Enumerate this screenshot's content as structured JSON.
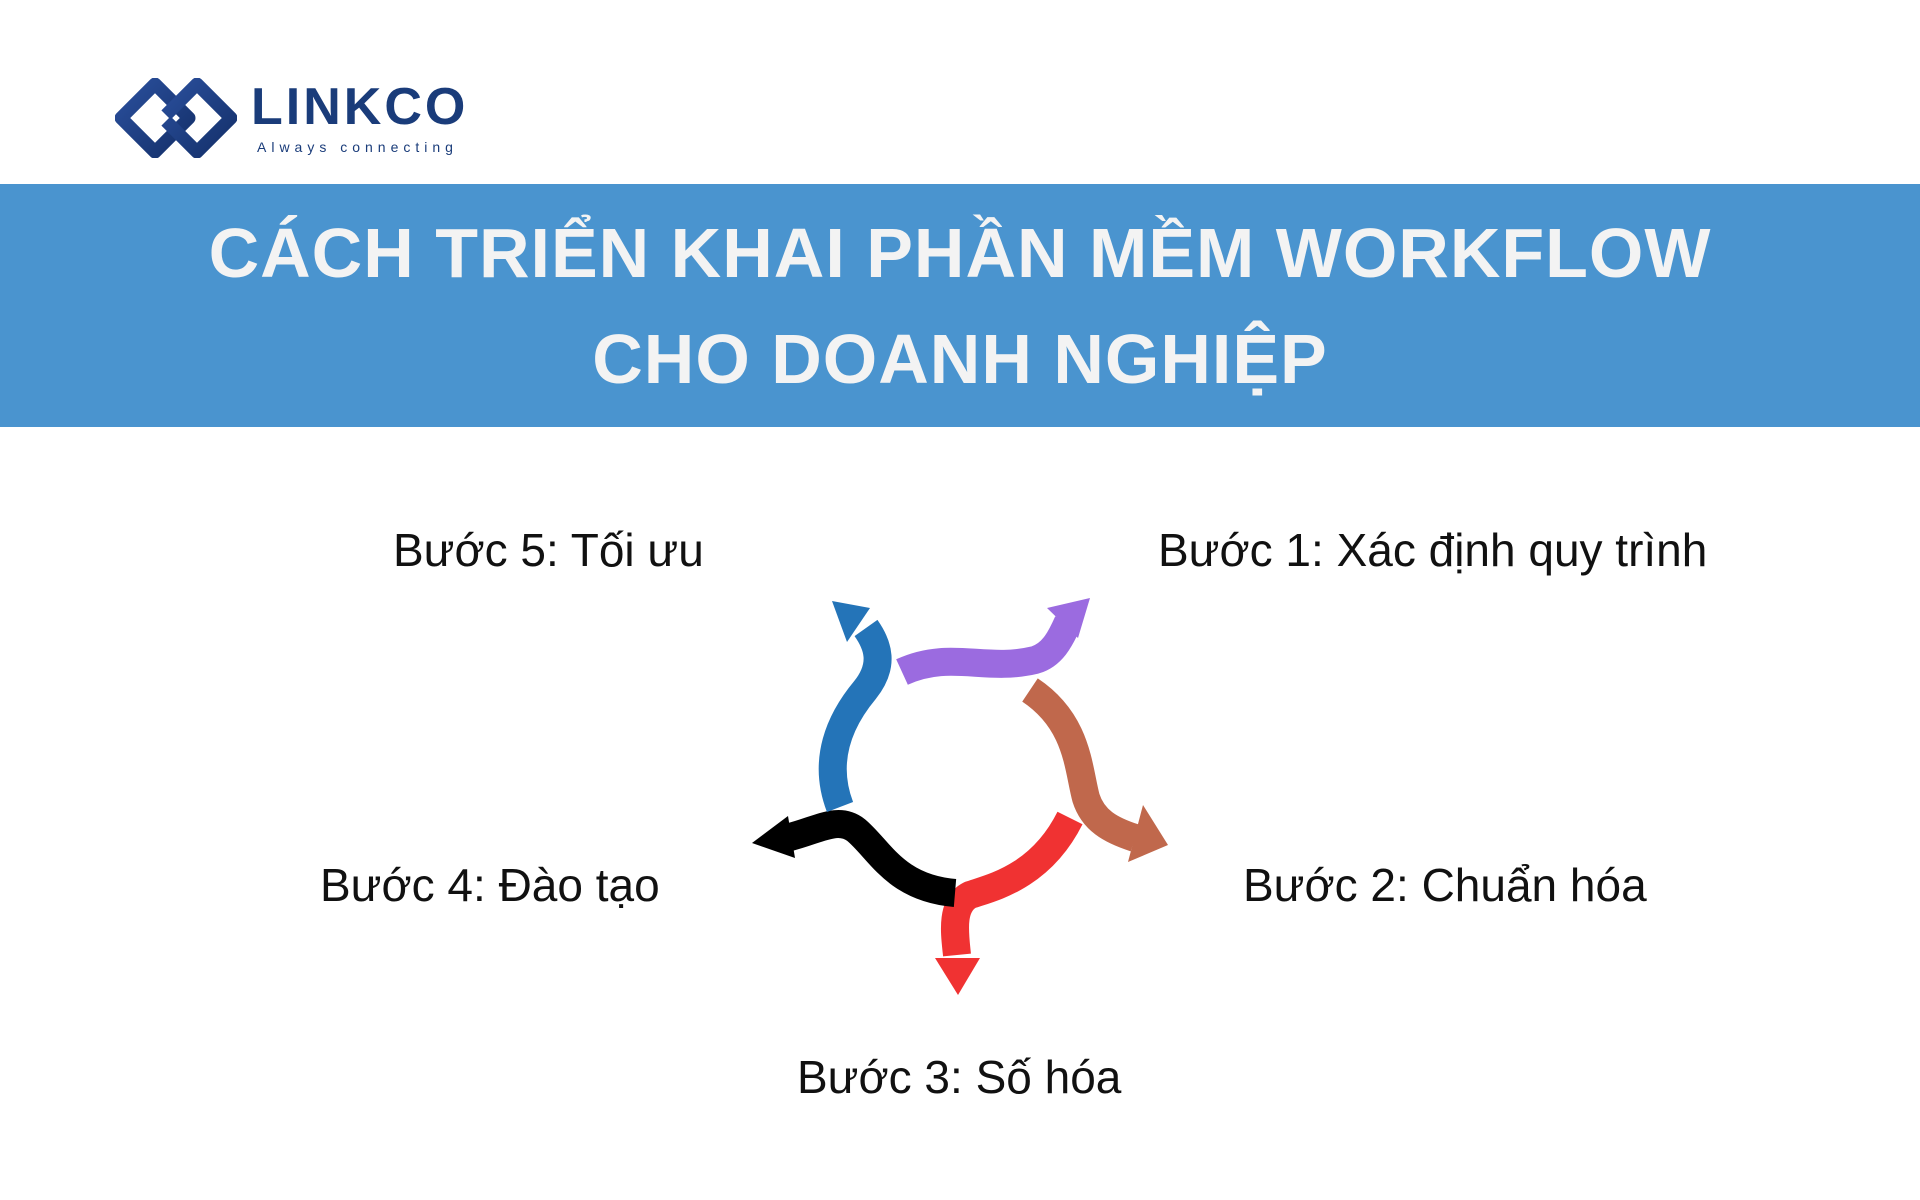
{
  "logo": {
    "name": "LINKCO",
    "tagline": "Always connecting",
    "color": "#1a3c7a"
  },
  "banner": {
    "line1": "CÁCH TRIỂN KHAI PHẦN MỀM WORKFLOW",
    "line2": "CHO DOANH NGHIỆP",
    "background": "#4a94cf"
  },
  "steps": [
    {
      "label": "Bước 1: Xác định quy trình",
      "color": "#9b6be0"
    },
    {
      "label": "Bước 2: Chuẩn hóa",
      "color": "#c0684c"
    },
    {
      "label": "Bước 3: Số hóa",
      "color": "#f03232"
    },
    {
      "label": "Bước 4: Đào tạo",
      "color": "#000000"
    },
    {
      "label": "Bước 5: Tối ưu",
      "color": "#2474b8"
    }
  ]
}
